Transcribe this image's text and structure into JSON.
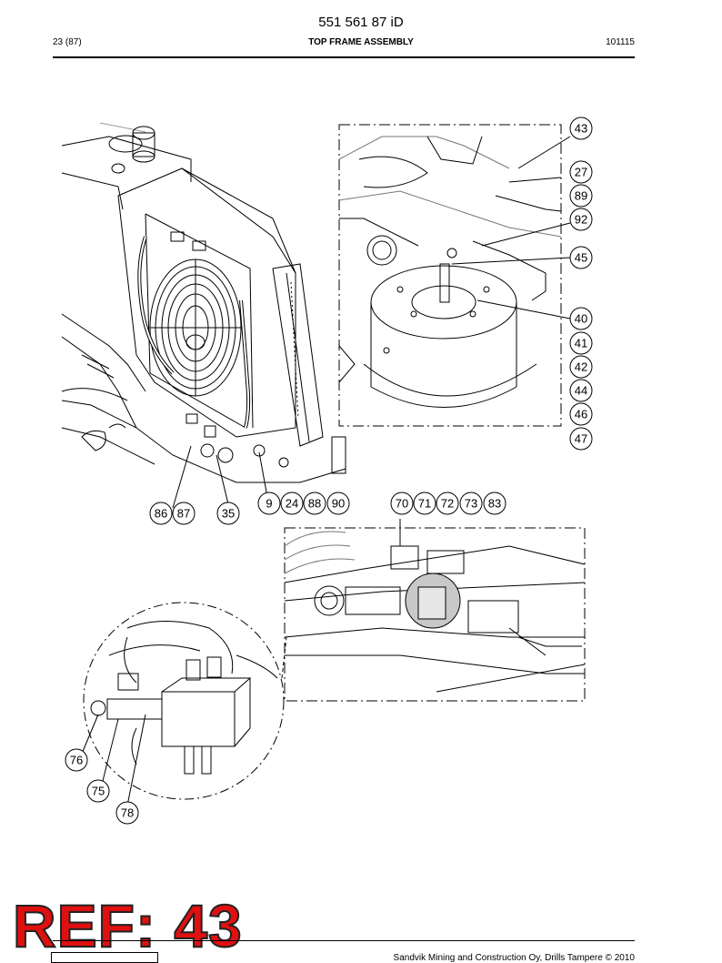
{
  "header": {
    "document_number": "551 561 87 iD",
    "page": "23 (87)",
    "title": "TOP FRAME ASSEMBLY",
    "code": "101115"
  },
  "footer": {
    "copyright": "Sandvik Mining and Construction Oy, Drills Tampere © 2010"
  },
  "stamp": {
    "text": "REF: 43"
  },
  "callouts": {
    "c43": "43",
    "c27": "27",
    "c89": "89",
    "c92": "92",
    "c45": "45",
    "c40": "40",
    "c41": "41",
    "c42": "42",
    "c44": "44",
    "c46": "46",
    "c47": "47",
    "c86": "86",
    "c87": "87",
    "c35": "35",
    "c9": "9",
    "c24": "24",
    "c88": "88",
    "c90": "90",
    "c70": "70",
    "c71": "71",
    "c72": "72",
    "c73": "73",
    "c83": "83",
    "c76": "76",
    "c75": "75",
    "c78": "78"
  }
}
